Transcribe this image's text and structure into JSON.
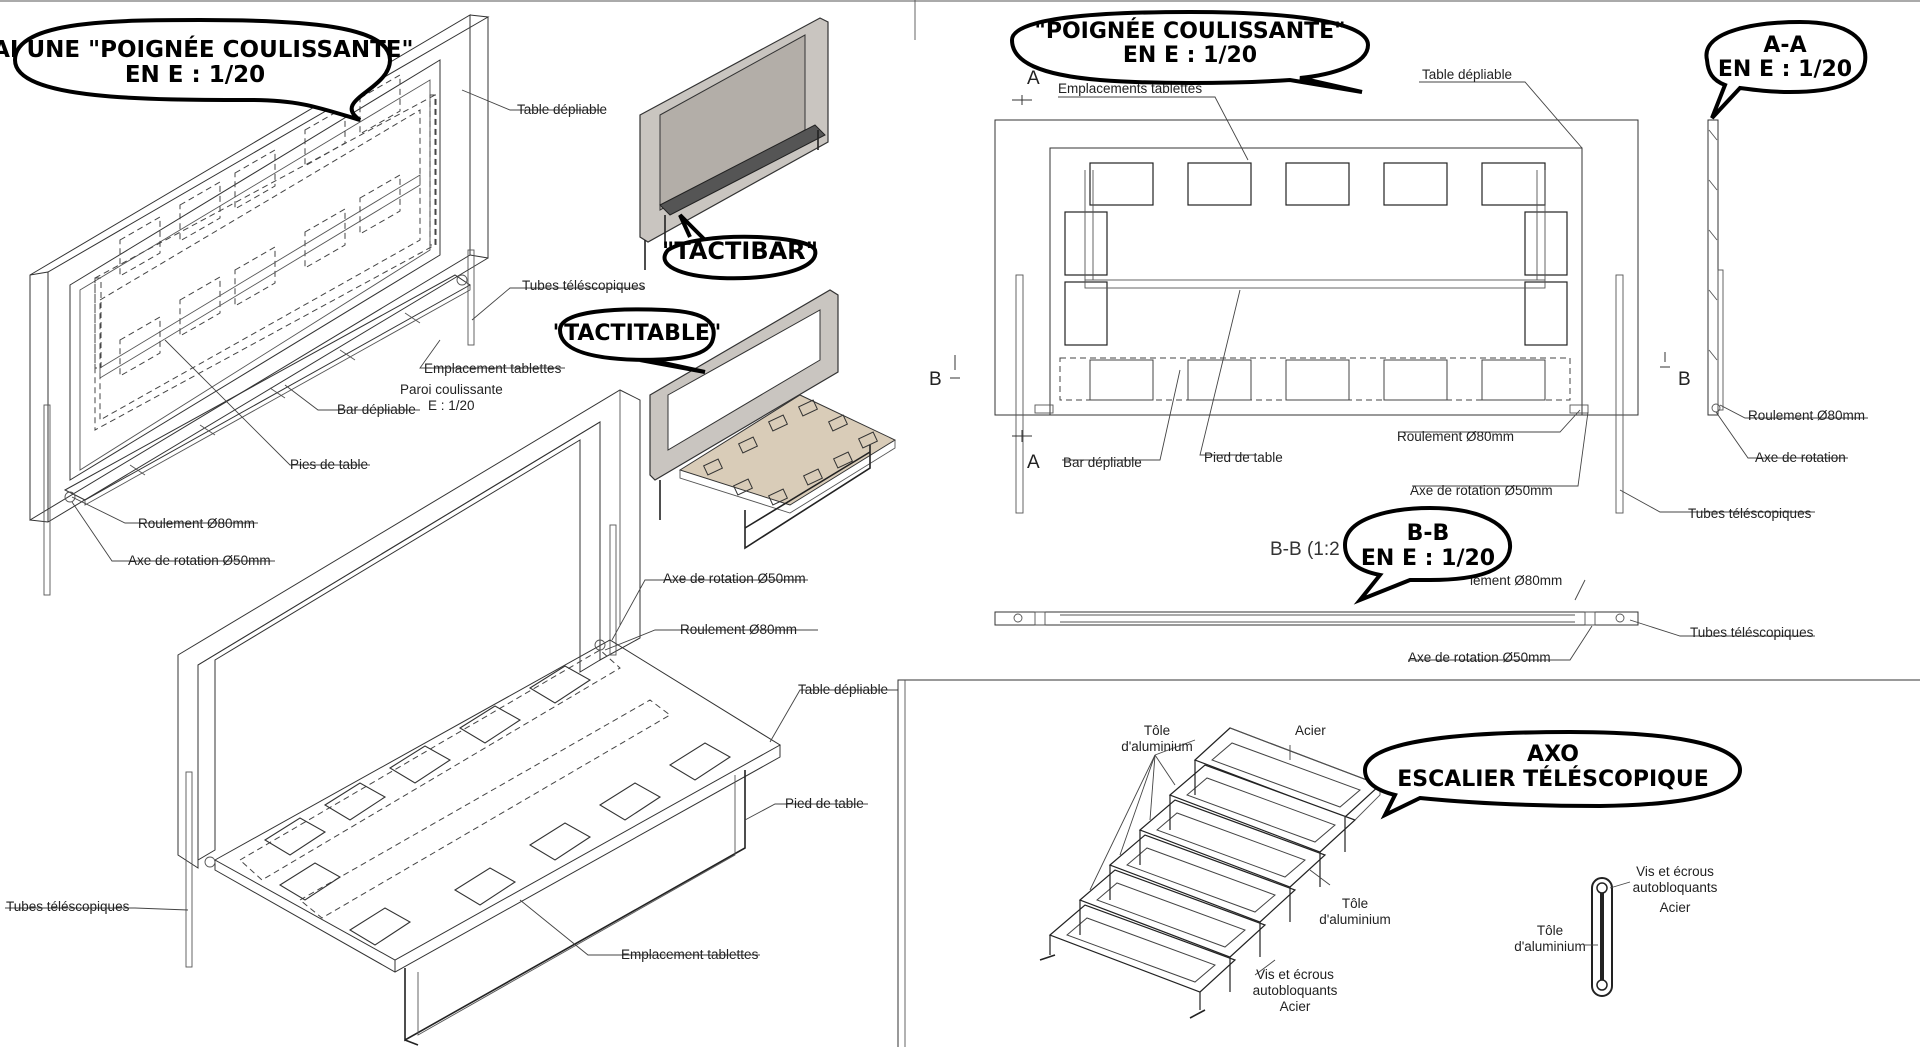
{
  "bubbles": {
    "main_iso": [
      "J'AI UNE \"POIGNÉE COULISSANTE\"",
      "EN E : 1/20"
    ],
    "elevation": [
      "\"POIGNÉE COULISSANTE\"",
      "EN E : 1/20"
    ],
    "section_aa": [
      "A-A",
      "EN E : 1/20"
    ],
    "section_bb": [
      "B-B",
      "EN E : 1/20"
    ],
    "tactibar": "\"TACTIBAR\"",
    "tactitable": "\"TACTITABLE\"",
    "axo": [
      "AXO",
      "ESCALIER TÉLÉSCOPIQUE"
    ]
  },
  "labels": {
    "iso1": {
      "table_depliable": "Table dépliable",
      "tubes_telescopiques": "Tubes téléscopiques",
      "emplacement_tablettes": "Emplacement tablettes",
      "paroi_coulissante": "Paroi coulissante",
      "echelle": "E : 1/20",
      "bar_depliable": "Bar dépliable",
      "pies_de_table": "Pies de table",
      "roulement": "Roulement Ø80mm",
      "axe_rotation": "Axe de rotation Ø50mm"
    },
    "iso2": {
      "axe_rotation": "Axe de rotation Ø50mm",
      "roulement": "Roulement Ø80mm",
      "table_depliable": "Table dépliable",
      "pied_de_table": "Pied de table",
      "tubes_telescopiques": "Tubes téléscopiques",
      "emplacement_tablettes": "Emplacement tablettes"
    },
    "elevation": {
      "cut_a": "A",
      "cut_b": "B",
      "emplacements_tablettes": "Emplacements tablettes",
      "table_depliable": "Table dépliable",
      "roulement": "Roulement Ø80mm",
      "bar_depliable": "Bar dépliable",
      "pied_de_table": "Pied de table",
      "axe_rotation": "Axe de rotation Ø50mm",
      "tubes_telescopiques": "Tubes téléscopiques"
    },
    "section_aa": {
      "roulement": "Roulement Ø80mm",
      "axe_rotation": "Axe de rotation"
    },
    "section_bb": {
      "title": "B-B (1:2",
      "roulement": "lement Ø80mm",
      "tubes_telescopiques": "Tubes téléscopiques",
      "axe_rotation": "Axe de rotation Ø50mm"
    },
    "stairs": {
      "tole_aluminium_top": [
        "Tôle",
        "d'aluminium"
      ],
      "acier": "Acier",
      "tole_aluminium_right": [
        "Tôle",
        "d'aluminium"
      ],
      "vis_ecrous_bottom": [
        "Vis et écrous",
        "autobloquants",
        "Acier"
      ],
      "vis_ecrous_detail": [
        "Vis et écrous",
        "autobloquants",
        "Acier"
      ],
      "tole_aluminium_detail": [
        "Tôle",
        "d'aluminium"
      ]
    }
  }
}
